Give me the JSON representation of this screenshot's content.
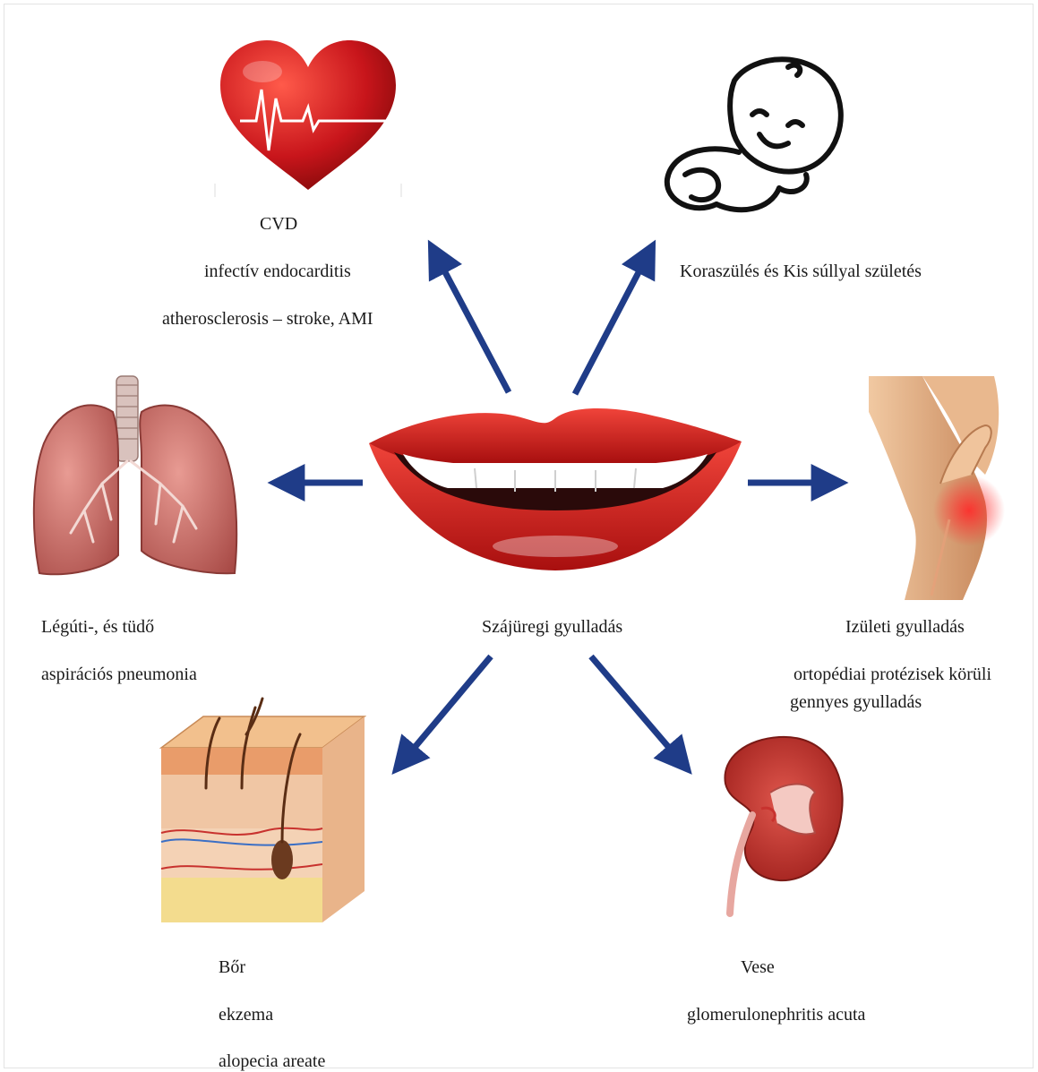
{
  "center": {
    "label": "Szájüregi gyulladás"
  },
  "heart": {
    "lines": [
      "CVD",
      "infectív endocarditis",
      "atherosclerosis – stroke,  AMI"
    ]
  },
  "baby": {
    "lines": [
      "Koraszülés és Kis súllyal születés"
    ]
  },
  "lungs": {
    "lines": [
      "Légúti-, és tüdő",
      "aspirációs pneumonia"
    ]
  },
  "knee": {
    "lines": [
      "Izületi gyulladás",
      "ortopédiai protézisek körüli",
      "gennyes gyulladás"
    ]
  },
  "skin": {
    "lines": [
      "Bőr",
      "ekzema",
      "alopecia areate"
    ]
  },
  "kidney": {
    "lines": [
      "Vese",
      "glomerulonephritis acuta"
    ]
  },
  "colors": {
    "arrow": "#1f3c88",
    "lips": "#d9221c",
    "heart": "#c8151b",
    "kidney": "#c8322e",
    "lung": "#c96a66",
    "skin": "#e8b07a"
  }
}
